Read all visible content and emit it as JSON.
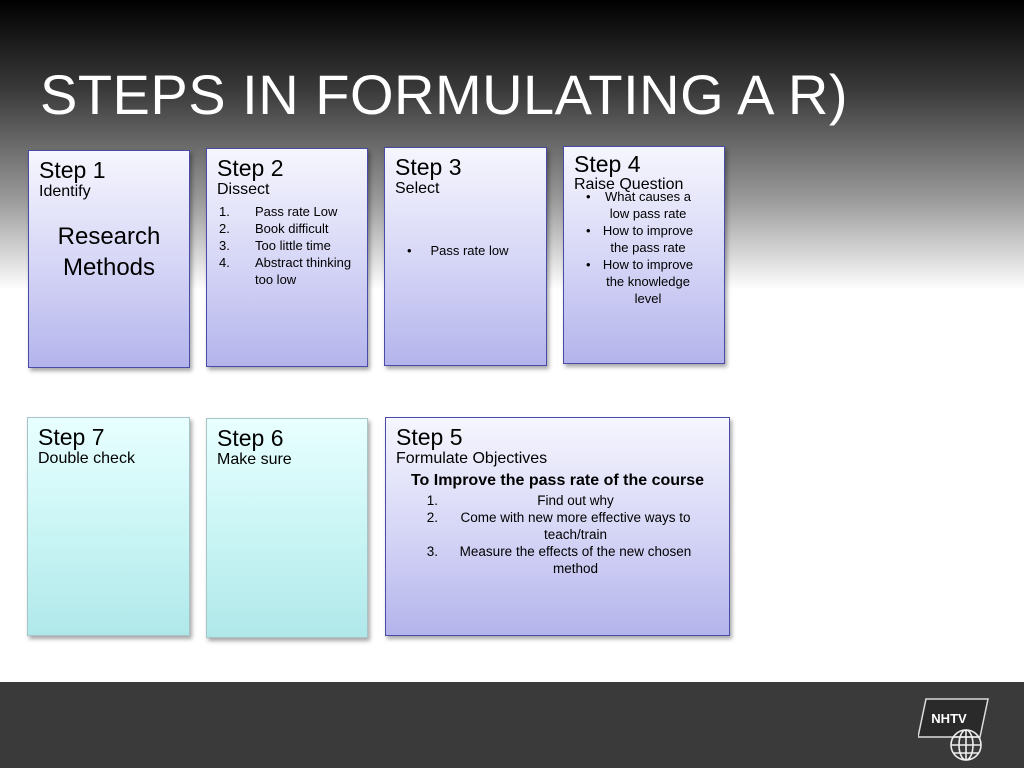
{
  "title": "STEPS IN FORMULATING A R)",
  "steps": {
    "s1": {
      "num": "Step 1",
      "sub": "Identify",
      "body": "Research Methods"
    },
    "s2": {
      "num": "Step 2",
      "sub": "Dissect",
      "items": [
        {
          "n": "1.",
          "t": "Pass rate Low"
        },
        {
          "n": "2.",
          "t": "Book difficult"
        },
        {
          "n": "3.",
          "t": "Too little time"
        },
        {
          "n": "4.",
          "t": "Abstract thinking too low"
        }
      ]
    },
    "s3": {
      "num": "Step 3",
      "sub": "Select",
      "bullets": [
        "Pass rate low"
      ]
    },
    "s4": {
      "num": "Step 4",
      "sub": "Raise Question",
      "bullets": [
        "What causes a low pass rate",
        "How to improve the pass rate",
        "How to improve the knowledge level"
      ]
    },
    "s5": {
      "num": "Step 5",
      "sub": "Formulate Objectives",
      "heading": "To Improve the pass rate of the course",
      "items": [
        {
          "n": "1.",
          "t": "Find out why"
        },
        {
          "n": "2.",
          "t": "Come with new more effective ways to teach/train"
        },
        {
          "n": "3.",
          "t": "Measure the effects of the new chosen method"
        }
      ]
    },
    "s6": {
      "num": "Step 6",
      "sub": "Make sure"
    },
    "s7": {
      "num": "Step 7",
      "sub": "Double check"
    }
  },
  "footer": {
    "logo_text": "NHTV",
    "logo_icon": "globe-icon"
  },
  "colors": {
    "box_purple": "#d4d4f6",
    "box_cyan": "#c8f4f4",
    "box_border": "#4a4aa8",
    "footer": "#3a3a3a",
    "title": "#ffffff"
  }
}
